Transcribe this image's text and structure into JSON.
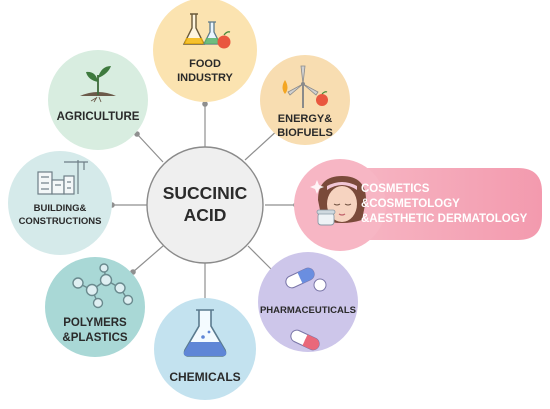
{
  "hub": {
    "lines": [
      "SUCCINIC",
      "ACID"
    ]
  },
  "nodes": [
    {
      "id": "food",
      "lines": [
        "FOOD",
        "INDUSTRY"
      ],
      "icon": "lab-flasks-with-apple-icon",
      "color": "#fbe3b0"
    },
    {
      "id": "energy",
      "lines": [
        "ENERGY&",
        "BIOFUELS"
      ],
      "icon": "wind-turbine-with-drop-and-apple-icon",
      "color": "#f8ddb1"
    },
    {
      "id": "cosmetics",
      "lines": [
        "COSMETICS",
        "&COSMETOLOGY",
        "&AESTHETIC DERMATOLOGY"
      ],
      "icon": "woman-face-with-cream-jar-icon",
      "color": "#f5a0b3"
    },
    {
      "id": "pharma",
      "lines": [
        "PHARMACEUTICALS"
      ],
      "icon": "capsule-pills-icon",
      "color": "#cdc6ea"
    },
    {
      "id": "chemicals",
      "lines": [
        "CHEMICALS"
      ],
      "icon": "erlenmeyer-flask-icon",
      "color": "#c3e2ef"
    },
    {
      "id": "polymers",
      "lines": [
        "POLYMERS",
        "&PLASTICS"
      ],
      "icon": "molecule-network-icon",
      "color": "#a9d8d6"
    },
    {
      "id": "building",
      "lines": [
        "BUILDING&",
        "CONSTRUCTIONS"
      ],
      "icon": "buildings-with-crane-icon",
      "color": "#d5eaea"
    },
    {
      "id": "agriculture",
      "lines": [
        "AGRICULTURE"
      ],
      "icon": "seedling-sprout-icon",
      "color": "#d8ede0"
    }
  ],
  "colors": {
    "hub_fill": "#efefef",
    "hub_stroke": "#8a8a8a",
    "spoke": "#8f8f8f",
    "text": "#2a2a2a"
  }
}
